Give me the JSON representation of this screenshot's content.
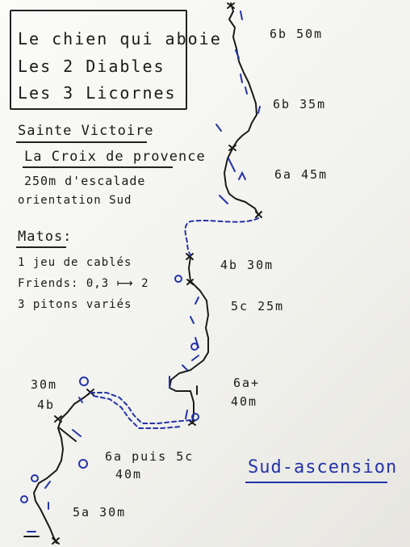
{
  "title_box": {
    "lines": [
      "Le chien qui aboie",
      "Les 2 Diables",
      "Les 3 Licornes"
    ]
  },
  "location": {
    "massif": "Sainte Victoire",
    "sector": "La Croix de provence",
    "height": "250m d'escalade",
    "orientation": "orientation Sud"
  },
  "matos": {
    "heading": "Matos:",
    "items": [
      "1 jeu de cablés",
      "Friends: 0,3 ⟼ 2",
      "3 pitons variés"
    ]
  },
  "pitches": [
    "6b 50m",
    "6b 35m",
    "6a 45m",
    "4b 30m",
    "5c 25m",
    "6a+",
    "40m",
    "30m",
    "4b",
    "6a puis 5c",
    "40m",
    "5a 30m"
  ],
  "descent": "Sud-ascension",
  "colors": {
    "ink_black": "#1a1a1a",
    "ink_blue": "#2434a8"
  }
}
